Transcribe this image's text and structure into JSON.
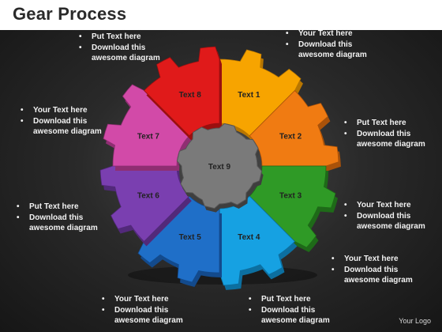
{
  "title": "Gear Process",
  "logo": "Your Logo",
  "center_label": "Text 9",
  "segments": [
    {
      "label": "Text 1",
      "color": "#f7a400",
      "dark": "#b87600"
    },
    {
      "label": "Text 2",
      "color": "#f07b12",
      "dark": "#a9520a"
    },
    {
      "label": "Text 3",
      "color": "#2f9a26",
      "dark": "#1e6a18"
    },
    {
      "label": "Text 4",
      "color": "#16a1e2",
      "dark": "#0c6fa0"
    },
    {
      "label": "Text 5",
      "color": "#1f6fc8",
      "dark": "#134a8c"
    },
    {
      "label": "Text 6",
      "color": "#7a3fb0",
      "dark": "#52297a"
    },
    {
      "label": "Text 7",
      "color": "#d24aa8",
      "dark": "#8f2e72"
    },
    {
      "label": "Text 8",
      "color": "#e01a1a",
      "dark": "#9a0f0f"
    }
  ],
  "notes": [
    {
      "lines": [
        "Put Text here",
        "Download this",
        "awesome diagram"
      ]
    },
    {
      "lines": [
        "Your Text here",
        "Download this",
        "awesome diagram"
      ]
    },
    {
      "lines": [
        "Your Text here",
        "Download this",
        "awesome diagram"
      ]
    },
    {
      "lines": [
        "Put Text here",
        "Download this",
        "awesome diagram"
      ]
    },
    {
      "lines": [
        "Put Text here",
        "Download this",
        "awesome diagram"
      ]
    },
    {
      "lines": [
        "Your Text here",
        "Download this",
        "awesome diagram"
      ]
    },
    {
      "lines": [
        "Your Text here",
        "Download this",
        "awesome diagram"
      ]
    },
    {
      "lines": [
        "Your Text here",
        "Download this",
        "awesome diagram"
      ]
    },
    {
      "lines": [
        "Put Text here",
        "Download this",
        "awesome diagram"
      ]
    }
  ]
}
